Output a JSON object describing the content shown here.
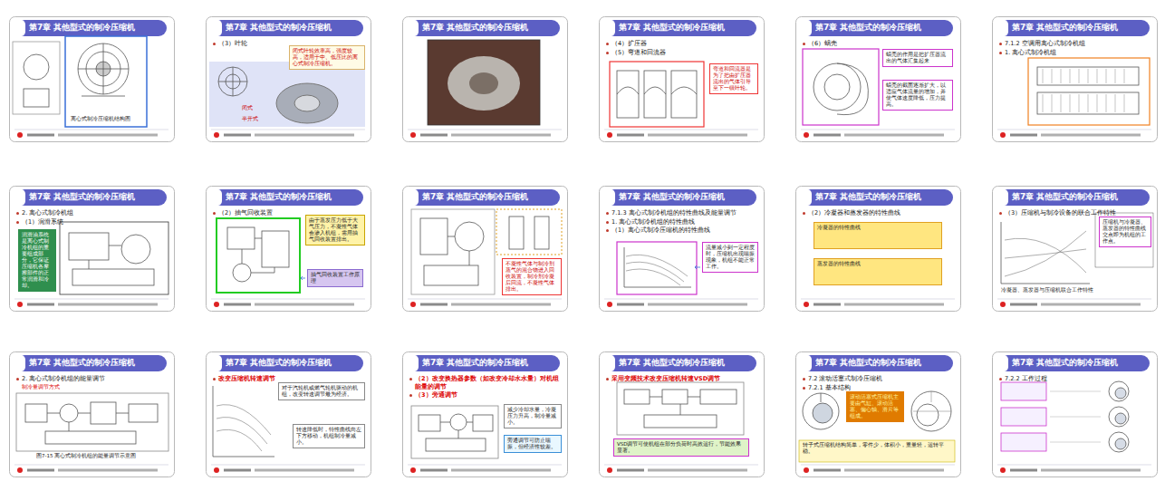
{
  "diagram": {
    "nodes": [
      {
        "text": [
          "第7章 其他型式的制冷压缩机"
        ]
      },
      {
        "text": [
          "第7章 其他型式的制冷压缩机",
          "（3）叶轮"
        ]
      },
      {
        "text": [
          "闭式叶轮效率高，强度较高，适用于中、低压比的离心式制冷压缩机。"
        ],
        "in": 1
      },
      {
        "text": [
          "第7章 其他型式的制冷压缩机"
        ]
      },
      {
        "text": [
          "第7章 其他型式的制冷压缩机",
          "（4）扩压器",
          "（5）弯道和回流器"
        ]
      },
      {
        "text": [
          "弯道和回流器是为了把由扩压器流出的气体引导至下一级叶轮。"
        ],
        "in": 4
      },
      {
        "text": [
          "第7章 其他型式的制冷压缩机",
          "（6）蜗壳"
        ]
      },
      {
        "text": [
          "蜗壳的作用是把扩压器流出的气体汇集起来"
        ],
        "in": 6
      },
      {
        "text": [
          "蜗壳的截面逐渐扩大，以适应气体流量的增加，并使气体速度降低，压力提高。"
        ],
        "in": 6
      },
      {
        "text": [
          "第7章 其他型式的制冷压缩机",
          "7.1.2 空调用离心式制冷机组",
          "1. 离心式制冷机组"
        ]
      },
      {
        "text": [
          "第7章 其他型式的制冷压缩机",
          "2. 离心式制冷机组",
          "（1）润滑系统"
        ]
      },
      {
        "text": [
          "润滑油系统是离心式制冷机组的重要组成部分，它保证压缩机各摩擦部件的正常润滑和冷却。"
        ],
        "in": 10
      },
      {
        "text": [
          "第7章 其他型式的制冷压缩机",
          "（2）抽气回收装置"
        ]
      },
      {
        "text": [
          "由于蒸发压力低于大气压力，不凝性气体会渗入机组，需用抽气回收装置排出。"
        ],
        "in": 12
      },
      {
        "text": [
          "抽气回收装置工作原理"
        ],
        "in": 12
      },
      {
        "text": [
          "第7章 其他型式的制冷压缩机"
        ]
      },
      {
        "text": [
          "不凝性气体与制冷剂蒸气的混合物进入回收装置，制冷剂冷凝后回流，不凝性气体排出。"
        ],
        "in": 15
      },
      {
        "text": [
          "第7章 其他型式的制冷压缩机",
          "7.1.3 离心式制冷机组的特性曲线及能量调节",
          "1. 离心式制冷机组的特性曲线",
          "（1）离心式制冷压缩机的特性曲线"
        ]
      },
      {
        "text": [
          "流量减小到一定程度时，压缩机出现喘振现象，机组不能正常工作。"
        ],
        "in": 17
      },
      {
        "text": [
          "第7章 其他型式的制冷压缩机",
          "（2）冷凝器和蒸发器的特性曲线"
        ]
      },
      {
        "text": [
          "冷凝器的特性曲线"
        ],
        "in": 19
      },
      {
        "text": [
          "蒸发器的特性曲线"
        ],
        "in": 19
      },
      {
        "text": [
          "第7章 其他型式的制冷压缩机",
          "（3）压缩机与制冷设备的联合工作特性"
        ]
      },
      {
        "text": [
          "压缩机与冷凝器、蒸发器的特性曲线交点即为机组的工作点。"
        ],
        "in": 22
      },
      {
        "text": [
          "第7章 其他型式的制冷压缩机",
          "2. 离心式制冷机组的能量调节"
        ]
      },
      {
        "text": [
          "第7章 其他型式的制冷压缩机",
          "改变压缩机转速调节"
        ]
      },
      {
        "text": [
          "对于汽轮机或燃气轮机驱动的机组，改变转速调节最为经济。"
        ],
        "in": 25
      },
      {
        "text": [
          "转速降低时，特性曲线向左下方移动，机组制冷量减小。"
        ],
        "in": 25
      },
      {
        "text": [
          "第7章 其他型式的制冷压缩机",
          "（2）改变换热器参数（如改变冷却水水量）对机组能量的调节",
          "（3）旁通调节"
        ]
      },
      {
        "text": [
          "减少冷却水量，冷凝压力升高，制冷量减小。"
        ],
        "in": 28
      },
      {
        "text": [
          "旁通调节可防止喘振，但经济性较差。"
        ],
        "in": 28
      },
      {
        "text": [
          "第7章 其他型式的制冷压缩机",
          "采用变频技术改变压缩机转速VSD调节"
        ]
      },
      {
        "text": [
          "VSD调节可使机组在部分负荷时高效运行，节能效果显著。"
        ],
        "in": 31
      },
      {
        "text": [
          "第7章 其他型式的制冷压缩机",
          "7.2 滚动活塞式制冷压缩机",
          "7.2.1 基本结构"
        ]
      },
      {
        "text": [
          "滚动活塞式压缩机主要由气缸、滚动活塞、偏心轴、滑片等组成。"
        ],
        "in": 33
      },
      {
        "text": [
          "第7章 其他型式的制冷压缩机",
          "7.2.2 工作过程"
        ]
      }
    ],
    "labels": [
      "离心式制冷压缩机结构图",
      "闭式",
      "半开式",
      "冷凝器、蒸发器与压缩机联合工作特性",
      "制冷量调节方式",
      "图7-15 离心式制冷机组的能量调节示意图",
      "转子式压缩机结构简单，零件少，体积小，重量轻，运转平稳。"
    ]
  }
}
